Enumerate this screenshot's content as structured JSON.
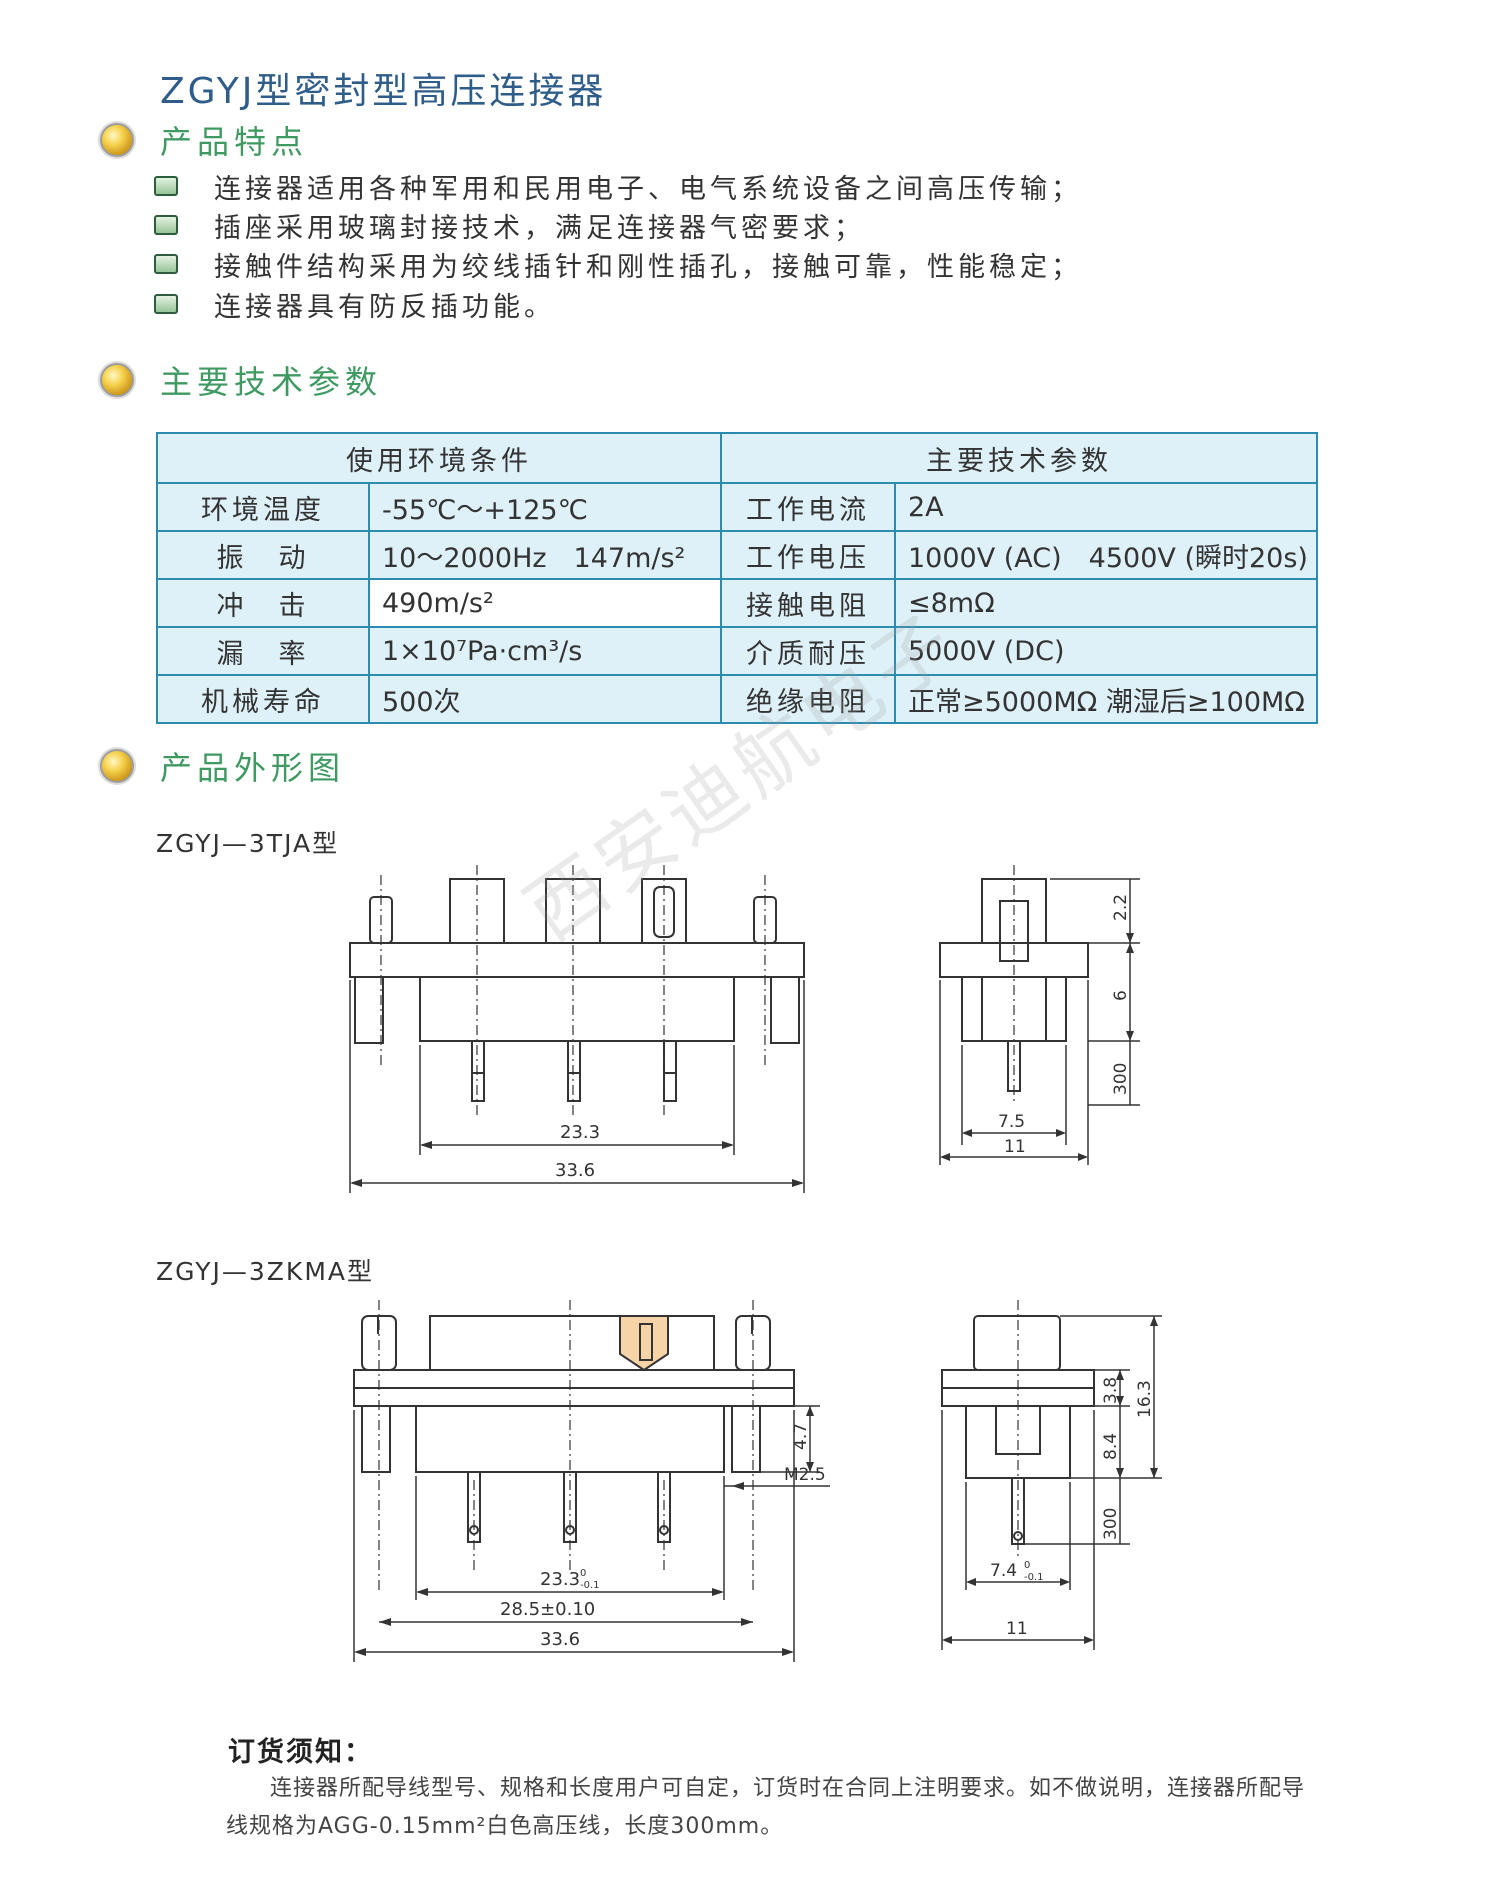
{
  "title": "ZGYJ型密封型高压连接器",
  "sections": {
    "features": "产品特点",
    "specs": "主要技术参数",
    "outline": "产品外形图"
  },
  "features": [
    "连接器适用各种军用和民用电子、电气系统设备之间高压传输；",
    "插座采用玻璃封接技术，满足连接器气密要求；",
    "接触件结构采用为绞线插针和刚性插孔，接触可靠，性能稳定；",
    "连接器具有防反插功能。"
  ],
  "table": {
    "header_left": "使用环境条件",
    "header_right": "主要技术参数",
    "rows": [
      {
        "env_label": "环境温度",
        "env_value": "-55℃～+125℃",
        "tech_label": "工作电流",
        "tech_value": "2A"
      },
      {
        "env_label": "振　动",
        "env_value": "10～2000Hz　147m/s²",
        "tech_label": "工作电压",
        "tech_value": "1000V (AC)　4500V (瞬时20s)"
      },
      {
        "env_label": "冲　击",
        "env_value": "490m/s²",
        "tech_label": "接触电阻",
        "tech_value": "≤8mΩ"
      },
      {
        "env_label": "漏　率",
        "env_value": "1×10⁷Pa·cm³/s",
        "tech_label": "介质耐压",
        "tech_value": "5000V (DC)"
      },
      {
        "env_label": "机械寿命",
        "env_value": "500次",
        "tech_label": "绝缘电阻",
        "tech_value": "正常≥5000MΩ 潮湿后≥100MΩ"
      }
    ]
  },
  "watermark": "西安迪航电子",
  "models": [
    {
      "name": "ZGYJ—3TJA型",
      "dims": {
        "a": "23.3",
        "b": "33.6",
        "side1": "2.2",
        "side2": "6",
        "side3": "300",
        "side_w1": "7.5",
        "side_w2": "11"
      }
    },
    {
      "name": "ZGYJ—3ZKMA型",
      "dims": {
        "a_main": "23.3",
        "a_tol_top": "0",
        "a_tol_bot": "-0.1",
        "b": "28.5±0.10",
        "c": "33.6",
        "front_v": "4.7",
        "thread": "M2.5",
        "side1": "3.8",
        "side2": "8.4",
        "side3": "300",
        "side_total": "16.3",
        "side_w1_main": "7.4",
        "side_w1_tol_top": "0",
        "side_w1_tol_bot": "-0.1",
        "side_w2": "11"
      }
    }
  ],
  "order": {
    "title": "订货须知：",
    "text": "连接器所配导线型号、规格和长度用户可自定，订货时在合同上注明要求。如不做说明，连接器所配导线规格为AGG-0.15mm²白色高压线，长度300mm。"
  }
}
